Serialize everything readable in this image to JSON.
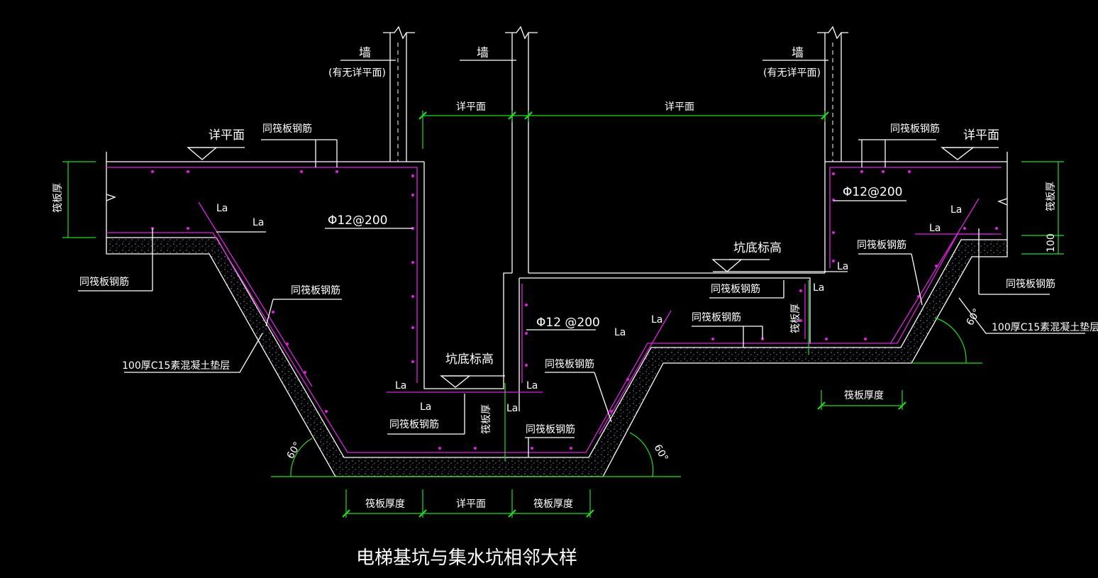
{
  "title": "电梯基坑与集水坑相邻大样",
  "labels": {
    "wall": "墙",
    "wall_note": "(有无详平面)",
    "detail_plan": "详平面",
    "same_raft_rebar": "同筏板钢筋",
    "rebar_spec": "Φ12@200",
    "rebar_spec_alt": "Φ12 @200",
    "pit_bottom_elev": "坑底标高",
    "la": "La",
    "cushion": "100厚C15素混凝土垫层",
    "raft_thickness": "筏板厚度",
    "raft_thick_short": "筏板厚",
    "dim_100": "100",
    "angle_60": "60°"
  },
  "colors": {
    "background": "#000000",
    "linework": "#ffffff",
    "dimension": "#22dd22",
    "rebar": "#e020e0"
  }
}
